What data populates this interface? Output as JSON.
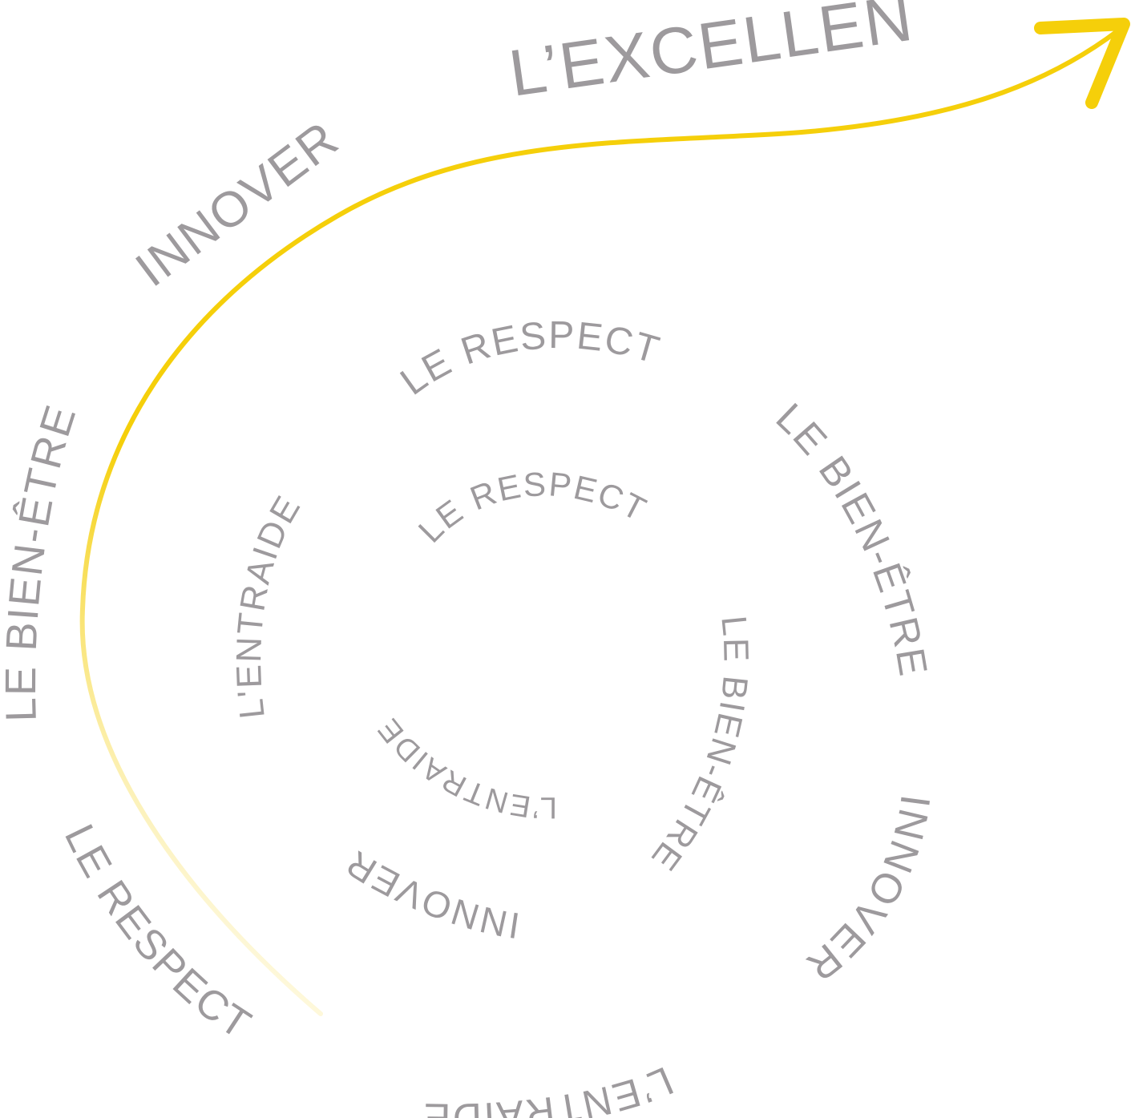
{
  "colors": {
    "text": "#9d9a9d",
    "arrow": "#f5cf0a",
    "background": "#ffffff"
  },
  "words": {
    "excellence": "L’EXCELLENCE",
    "innover_outer": "INNOVER",
    "bien_etre_outer": "LE BIEN-ÊTRE",
    "respect_outer": "LE RESPECT",
    "entraide_bottom": "L’ENTRAIDE",
    "innover_right": "INNOVER",
    "bien_etre_right": "LE BIEN-ÊTRE",
    "respect_top": "LE RESPECT",
    "entraide_left": "L'ENTRAIDE",
    "innover_inner": "INNOVER",
    "bien_etre_inner": "LE BIEN-ÊTRE",
    "respect_inner": "LE RESPECT",
    "entraide_inner": "L’ENTRAIDE"
  }
}
